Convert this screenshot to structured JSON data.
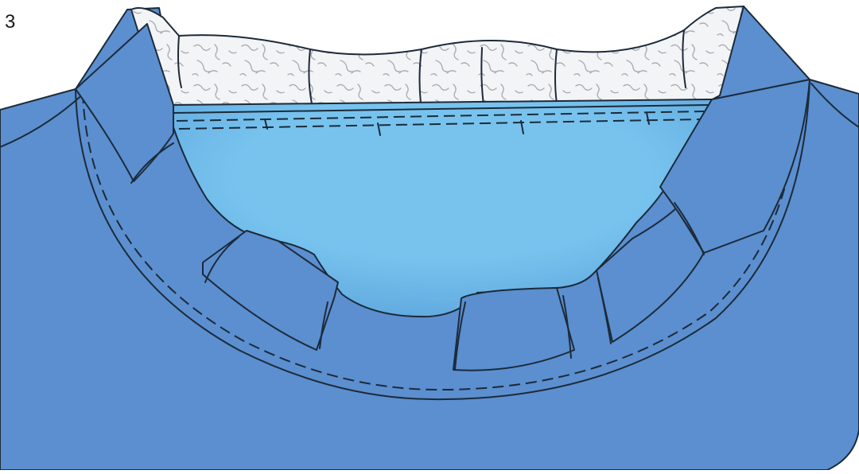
{
  "figure": {
    "step_number": "3"
  },
  "colors": {
    "garment": "#5b8fcf",
    "facing": "#77c3ee",
    "facing_shadow": "#5ea6dd",
    "interfacing": "#f3f4f6",
    "interfacing_texture": "#a9adb3",
    "outline": "#1c2a3a",
    "background": "#ffffff"
  },
  "parts": [
    "garment-body",
    "neckline-facing",
    "interfacing",
    "stitching-lines",
    "seam-allowance-clips"
  ]
}
